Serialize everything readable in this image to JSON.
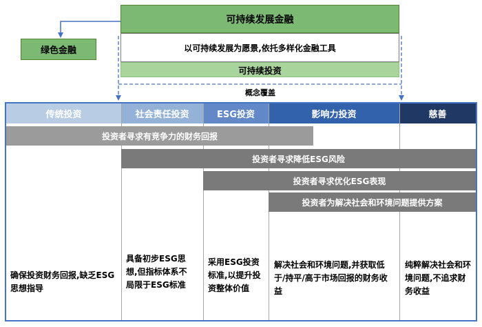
{
  "flow": {
    "sustainable_finance_label": "可持续发展金融",
    "green_finance_label": "绿色金融",
    "vision_label": "以可持续发展为愿景,依托多样化金融工具",
    "sustainable_investment_label": "可持续投资",
    "concept_coverage_label": "概念覆盖"
  },
  "matrix": {
    "columns": [
      {
        "label": "传统投资",
        "description": "确保投资财务回报,缺乏ESG思想指导"
      },
      {
        "label": "社会责任投资",
        "description": "具备初步ESG思想,但指标体系不局限于ESG标准"
      },
      {
        "label": "ESG投资",
        "description": "采用ESG投资标准,以提升投资整体价值"
      },
      {
        "label": "影响力投资",
        "description": "解决社会和环境问题,并获取低于/持平/高于市场回报的财务收益"
      },
      {
        "label": "慈善",
        "description": "纯粹解决社会和环境问题,不追求财务收益"
      }
    ],
    "investor_goals": [
      "投资者寻求有竞争力的财务回报",
      "投资者寻求降低ESG风险",
      "投资者寻求优化ESG表现",
      "投资者为解决社会和环境问题提供方案"
    ]
  },
  "colors": {
    "green_box": "#7CBA74",
    "light_green_bar": "#A9D59D",
    "header_gradient": [
      "#B8CCE4",
      "#94B2D8",
      "#6288C8",
      "#3362AC",
      "#1F3864"
    ],
    "bar_gray_light": "#9B9B9B",
    "bar_gray_dark": "#7A7A7A",
    "table_border": "#4472C4",
    "connector_blue": "#4472C4"
  }
}
